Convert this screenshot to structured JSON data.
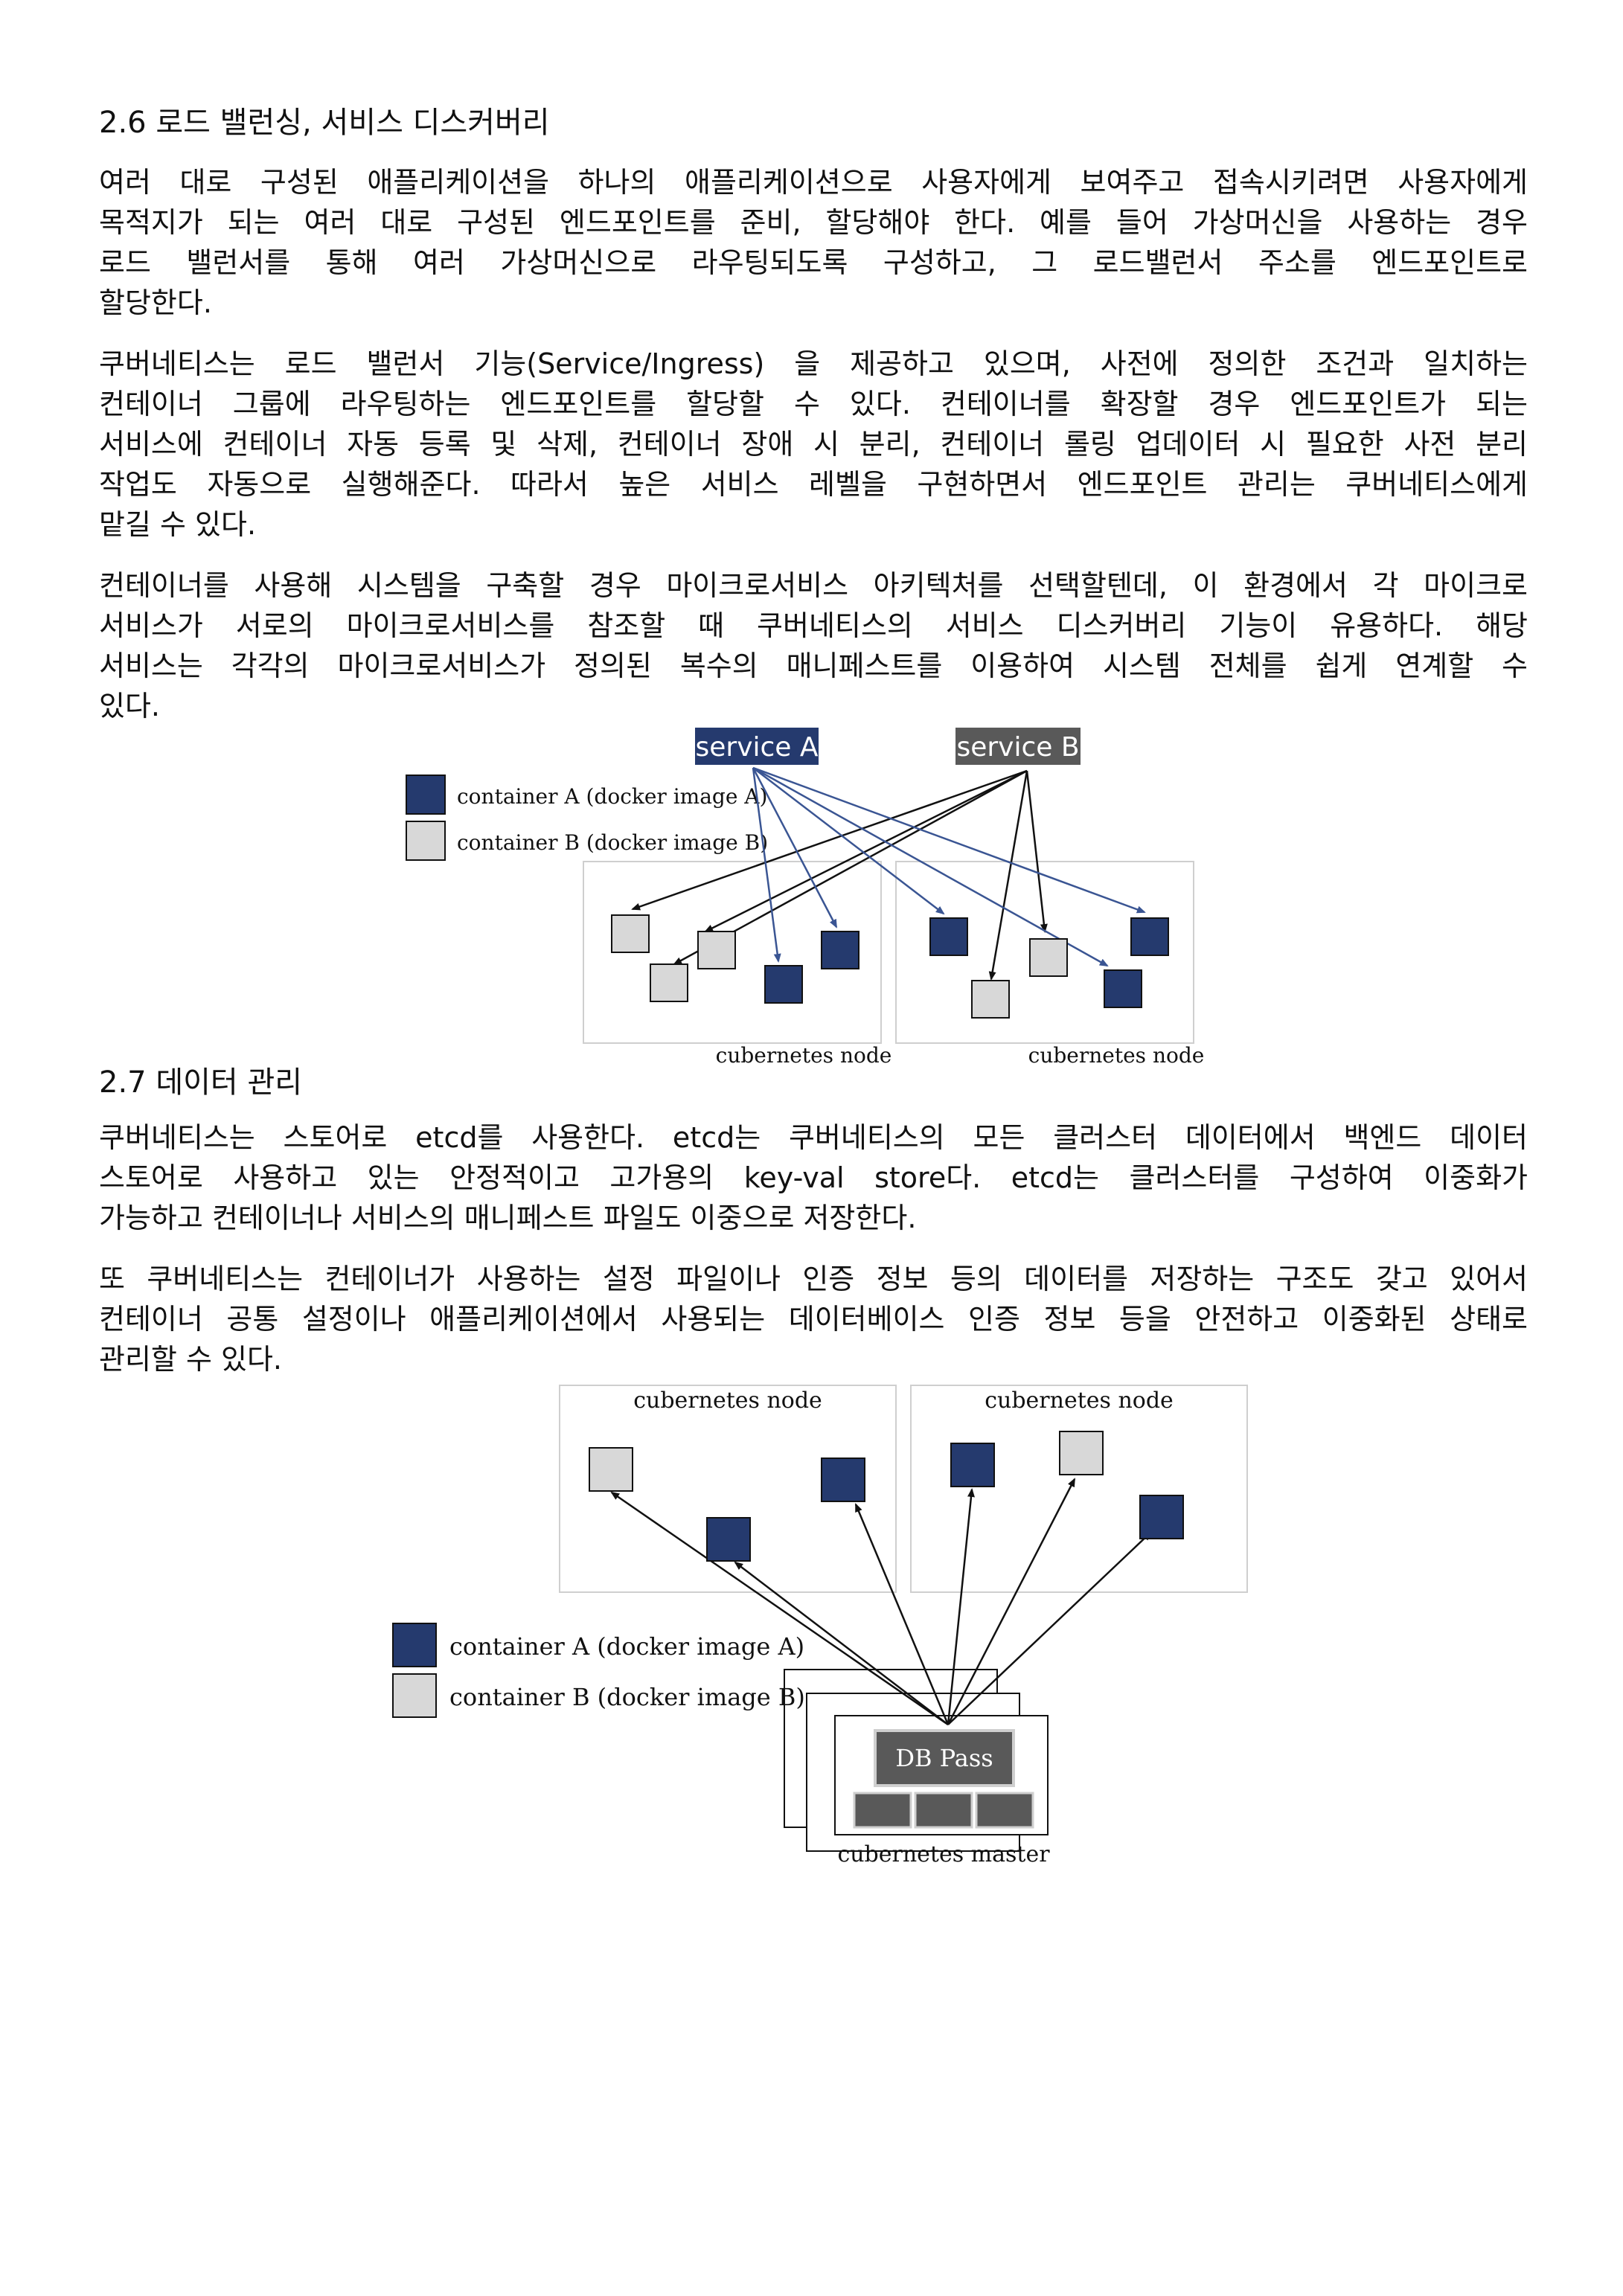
{
  "section_26": {
    "heading": "2.6 로드 밸런싱, 서비스 디스커버리",
    "p1": [
      "여러 대로 구성된 애플리케이션을 하나의 애플리케이션으로 사용자에게 보여주고 접속시키려면 사용자에게",
      "목적지가 되는 여러 대로 구성된 엔드포인트를 준비, 할당해야 한다. 예를 들어 가상머신을 사용하는 경우",
      "로드 밸런서를 통해 여러 가상머신으로 라우팅되도록 구성하고, 그 로드밸런서 주소를 엔드포인트로",
      "할당한다."
    ],
    "p2": [
      "쿠버네티스는 로드 밸런서 기능(Service/Ingress) 을 제공하고 있으며, 사전에 정의한 조건과 일치하는",
      "컨테이너 그룹에 라우팅하는 엔드포인트를 할당할 수 있다. 컨테이너를 확장할 경우 엔드포인트가 되는",
      "서비스에 컨테이너 자동 등록 및 삭제, 컨테이너 장애 시 분리, 컨테이너 롤링 업데이터 시 필요한 사전 분리",
      "작업도 자동으로 실행해준다. 따라서 높은 서비스 레벨을 구현하면서 엔드포인트 관리는 쿠버네티스에게",
      "맡길 수 있다."
    ],
    "p3": [
      "컨테이너를 사용해 시스템을 구축할 경우 마이크로서비스 아키텍처를 선택할텐데, 이 환경에서 각 마이크로",
      "서비스가 서로의 마이크로서비스를 참조할 때 쿠버네티스의 서비스 디스커버리 기능이 유용하다. 해당",
      "서비스는 각각의 마이크로서비스가 정의된 복수의 매니페스트를 이용하여 시스템 전체를 쉽게 연계할 수",
      "있다."
    ]
  },
  "diagram1": {
    "service_a": "service A",
    "service_b": "service B",
    "legend_a": "container A (docker image A)",
    "legend_b": "container B (docker image B)",
    "node_label_1": "cubernetes node",
    "node_label_2": "cubernetes node"
  },
  "section_27": {
    "heading": "2.7 데이터 관리",
    "p1": [
      "쿠버네티스는 스토어로 etcd를 사용한다. etcd는 쿠버네티스의 모든 클러스터 데이터에서 백엔드 데이터",
      "스토어로 사용하고 있는 안정적이고 고가용의 key-val store다. etcd는 클러스터를 구성하여 이중화가",
      "가능하고 컨테이너나 서비스의 매니페스트 파일도 이중으로 저장한다."
    ],
    "p2": [
      "또 쿠버네티스는 컨테이너가 사용하는 설정 파일이나 인증 정보 등의 데이터를 저장하는 구조도 갖고 있어서",
      "컨테이너 공통 설정이나 애플리케이션에서 사용되는 데이터베이스 인증 정보 등을 안전하고 이중화된 상태로",
      "관리할 수 있다."
    ]
  },
  "diagram2": {
    "node_label_1": "cubernetes node",
    "node_label_2": "cubernetes node",
    "legend_a": "container A (docker image A)",
    "legend_b": "container B (docker image B)",
    "db_pass": "DB Pass",
    "master_label": "cubernetes master"
  },
  "colors": {
    "container_a": "#253a6e",
    "container_b": "#d8d8d8",
    "service_b_bg": "#595959",
    "arrow_blue": "#3a5593"
  }
}
